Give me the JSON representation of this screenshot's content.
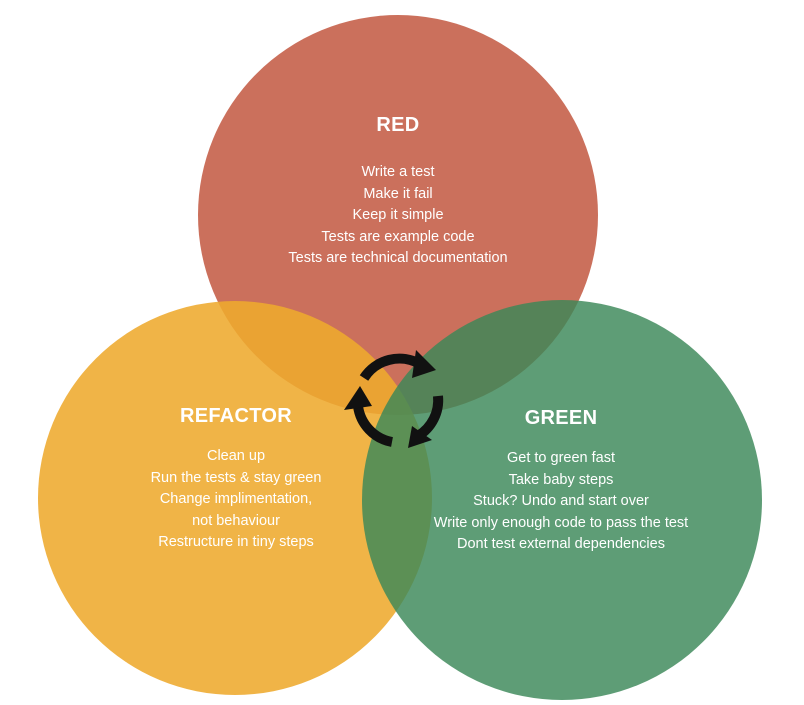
{
  "circles": {
    "red": {
      "title": "RED",
      "color": "#c45c46",
      "lines": [
        "Write a test",
        "Make it fail",
        "Keep it simple",
        "Tests are example code",
        "Tests are technical documentation"
      ]
    },
    "refactor": {
      "title": "REFACTOR",
      "color": "#eeaa2d",
      "lines": [
        "Clean up",
        "Run the tests & stay green",
        "Change implimentation,",
        "not behaviour",
        "Restructure in tiny steps"
      ]
    },
    "green": {
      "title": "GREEN",
      "color": "#3a8758",
      "lines": [
        "Get to green fast",
        "Take baby steps",
        "Stuck? Undo and start over",
        "Write only enough code to pass the test",
        "Dont test external dependencies"
      ]
    }
  },
  "cycle_icon": {
    "name": "cycle-arrows-icon",
    "color": "#111111"
  }
}
